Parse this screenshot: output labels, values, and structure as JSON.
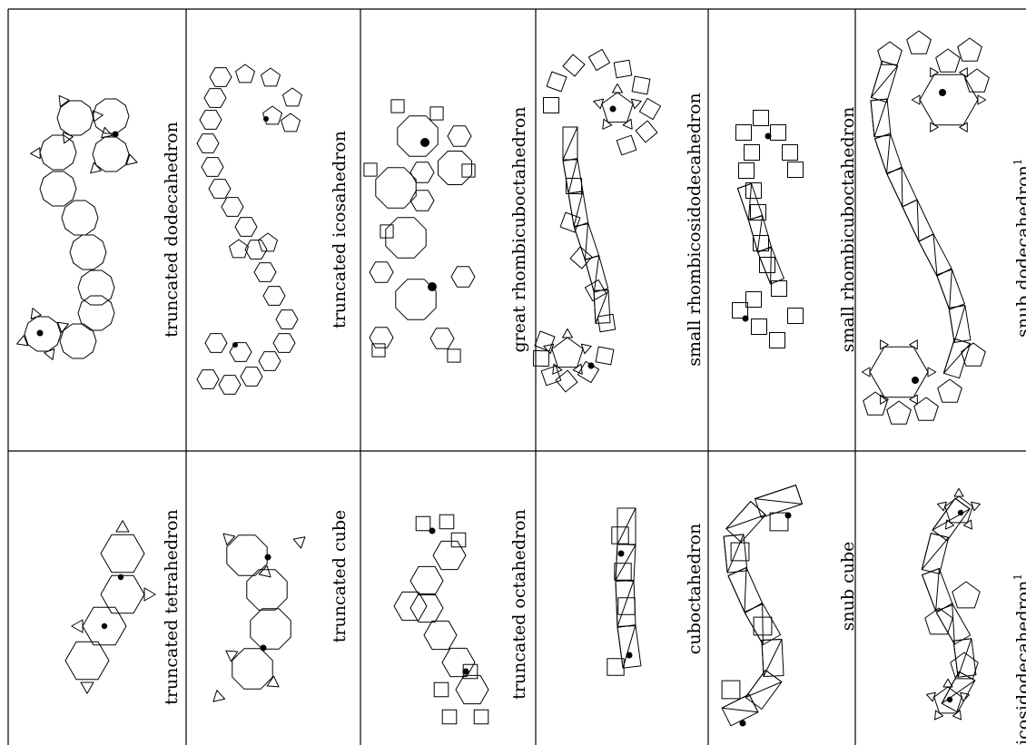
{
  "top_row": [
    {
      "label": "truncated dodecahedron"
    },
    {
      "label": "truncated icosahedron"
    },
    {
      "label": "great rhombicuboctahedron"
    },
    {
      "label": "small rhombicosidodecahedron"
    },
    {
      "label": "small rhombicuboctahedron"
    },
    {
      "label": "snub dodecahedron",
      "superscript": "1"
    }
  ],
  "bottom_row": [
    {
      "label": "truncated tetrahedron"
    },
    {
      "label": "truncated cube"
    },
    {
      "label": "truncated octahedron"
    },
    {
      "label": "cuboctahedron"
    },
    {
      "label": "snub cube"
    },
    {
      "label": "icosidodecahedron",
      "superscript": "1"
    }
  ]
}
